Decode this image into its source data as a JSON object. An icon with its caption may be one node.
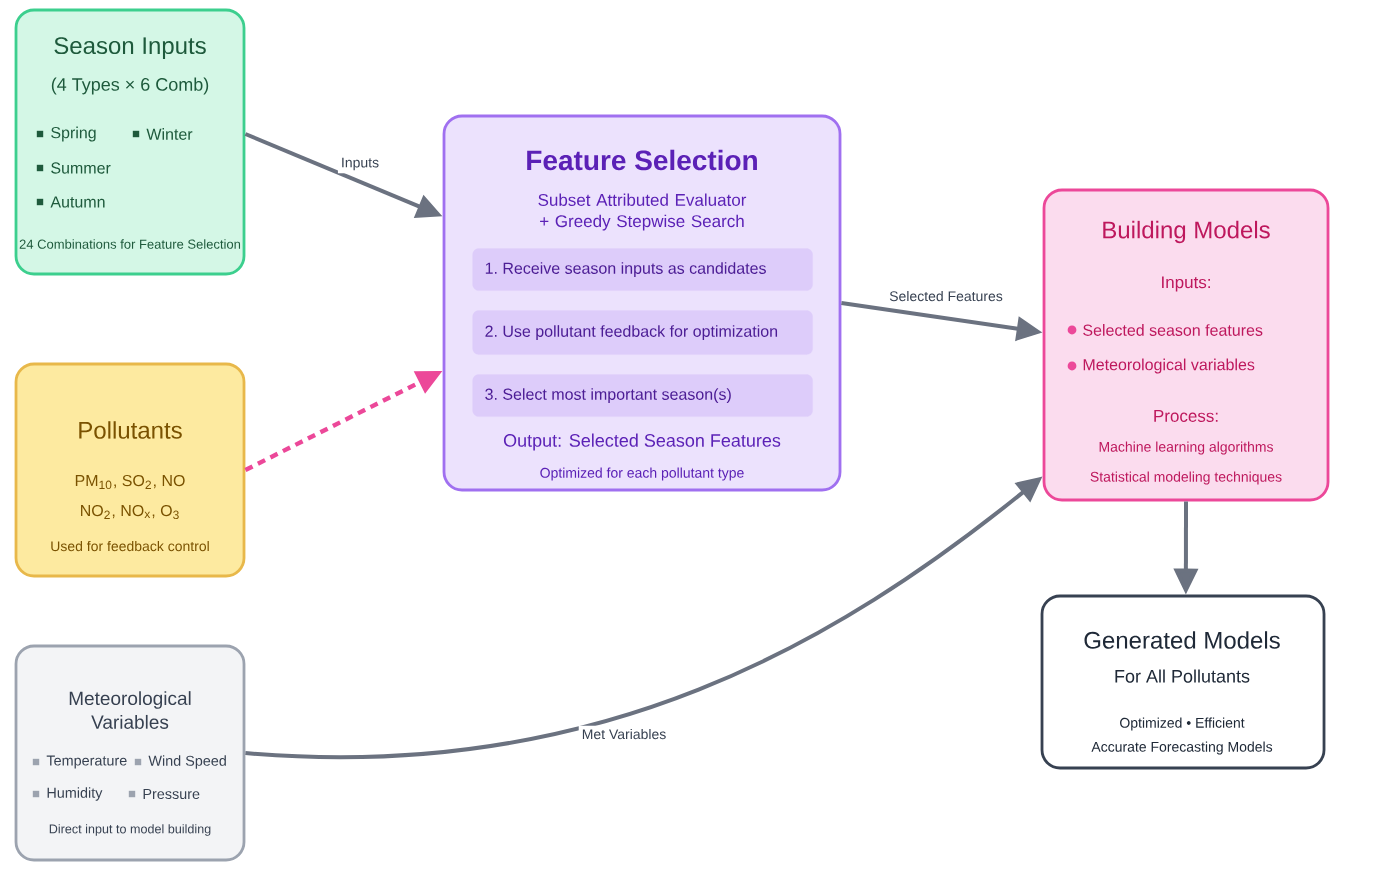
{
  "diagram": {
    "nodes": [
      {
        "text": [
          "Season Inputs",
          "(4 Types × 6 Comb)",
          "Spring",
          "Winter",
          "Summer",
          "Autumn",
          "24 Combinations for Feature Selection"
        ]
      },
      {
        "text": [
          "Feature Selection",
          "Subset Attributed Evaluator + Greedy Stepwise Search",
          "Output: Selected Season Features",
          "Optimized for each pollutant type"
        ]
      },
      {
        "text": [
          "1. Receive season inputs as candidates"
        ],
        "in": 1
      },
      {
        "text": [
          "2. Use pollutant feedback for optimization"
        ],
        "in": 1
      },
      {
        "text": [
          "3. Select most important season(s)"
        ],
        "in": 1
      },
      {
        "text": [
          "Pollutants",
          "PM$_{10}$, SO$_{2}$, NO",
          "NO$_{2}$, NO$_{x}$, O$_{3}$",
          "Used for feedback control"
        ]
      },
      {
        "text": [
          "Building Models",
          "Inputs:",
          "Selected season features",
          "Meteorological variables",
          "Process:",
          "Machine learning algorithms",
          "Statistical modeling techniques"
        ]
      },
      {
        "text": [
          "Meteorological Variables",
          "Temperature",
          "Wind Speed",
          "Humidity",
          "Pressure",
          "Direct input to model building"
        ]
      },
      {
        "text": [
          "Generated Models",
          "For All Pollutants",
          "Optimized • Efficient",
          "Accurate Forecasting Models"
        ]
      }
    ],
    "edges": [
      {
        "from": 0,
        "to": 1,
        "arrow": "to",
        "label": "Inputs"
      },
      {
        "from": 5,
        "to": 1,
        "arrow": "to",
        "style": "dashed",
        "color": "#ec4899"
      },
      {
        "from": 1,
        "to": 6,
        "arrow": "to",
        "label": "Selected Features"
      },
      {
        "from": 7,
        "to": 6,
        "arrow": "to",
        "label": "Met Variables"
      },
      {
        "from": 6,
        "to": 8,
        "arrow": "to"
      }
    ]
  }
}
